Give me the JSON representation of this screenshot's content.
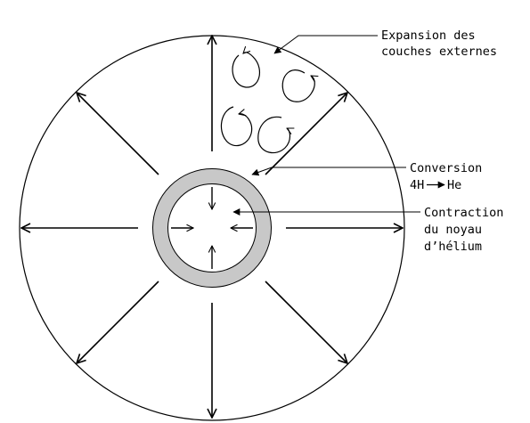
{
  "labels": {
    "expansion_line1": "Expansion des",
    "expansion_line2": "couches externes",
    "conversion_line1": "Conversion",
    "conversion_line2_left": "4H",
    "conversion_line2_right": "He",
    "contraction_line1": "Contraction",
    "contraction_line2": "du noyau",
    "contraction_line3": "d’hélium"
  },
  "colors": {
    "shell": "#c8c8c8",
    "line": "#000000",
    "background": "#ffffff"
  }
}
